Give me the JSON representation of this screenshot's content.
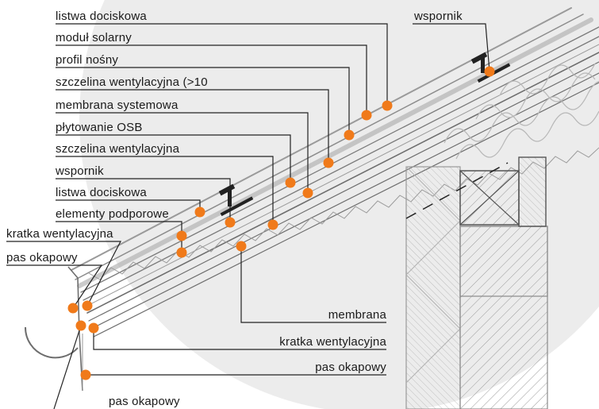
{
  "labels": {
    "listwa_dociskowa_top": "listwa dociskowa",
    "modul_solarny": "moduł solarny",
    "profil_nosny": "profil nośny",
    "szczelina_wentylacyjna_10": "szczelina wentylacyjna (>10",
    "membrana_systemowa": "membrana systemowa",
    "plytowanie_osb": "płytowanie OSB",
    "szczelina_wentylacyjna": "szczelina wentylacyjna",
    "wspornik_left": "wspornik",
    "listwa_dociskowa_left": "listwa dociskowa",
    "elementy_podporowe": "elementy podporowe",
    "kratka_wentylacyjna_left": "kratka wentylacyjna",
    "pas_okapowy_left": "pas okapowy",
    "wspornik_right": "wspornik",
    "membrana": "membrana",
    "kratka_wentylacyjna_right": "kratka wentylacyjna",
    "pas_okapowy_right": "pas okapowy",
    "pas_okapowy_bottom": "pas okapowy"
  },
  "colors": {
    "marker": "#f07a1a",
    "line": "#222222",
    "background_circle": "#ececec",
    "structure": "#6e6e6e"
  }
}
